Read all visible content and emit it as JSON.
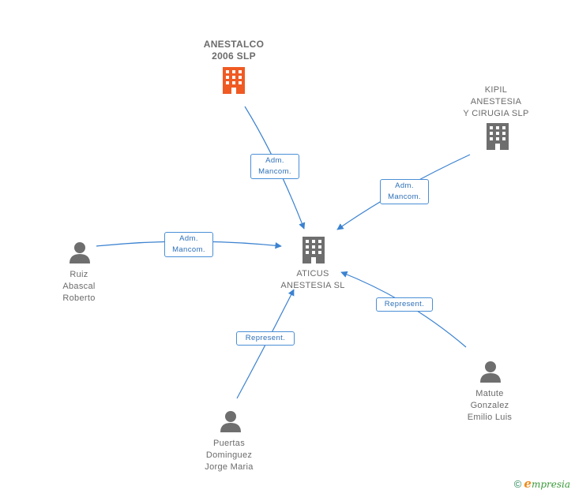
{
  "colors": {
    "edge": "#3b82d0",
    "building_gray": "#6e6e6e",
    "building_highlight": "#f05a23",
    "person": "#6e6e6e"
  },
  "nodes": {
    "center": {
      "label": "ATICUS\nANESTESIA SL",
      "icon": "building-icon"
    },
    "anestalco": {
      "label": "ANESTALCO\n2006 SLP",
      "icon": "building-icon"
    },
    "kipil": {
      "label": "KIPIL\nANESTESIA\nY CIRUGIA SLP",
      "icon": "building-icon"
    },
    "ruiz": {
      "label": "Ruiz\nAbascal\nRoberto",
      "icon": "person-icon"
    },
    "puertas": {
      "label": "Puertas\nDominguez\nJorge Maria",
      "icon": "person-icon"
    },
    "matute": {
      "label": "Matute\nGonzalez\nEmilio Luis",
      "icon": "person-icon"
    }
  },
  "edges": {
    "anestalco": {
      "label": "Adm.\nMancom."
    },
    "kipil": {
      "label": "Adm.\nMancom."
    },
    "ruiz": {
      "label": "Adm.\nMancom."
    },
    "puertas": {
      "label": "Represent."
    },
    "matute": {
      "label": "Represent."
    }
  },
  "footer": {
    "copyright": "©",
    "brand_first": "e",
    "brand_rest": "mpresia"
  }
}
